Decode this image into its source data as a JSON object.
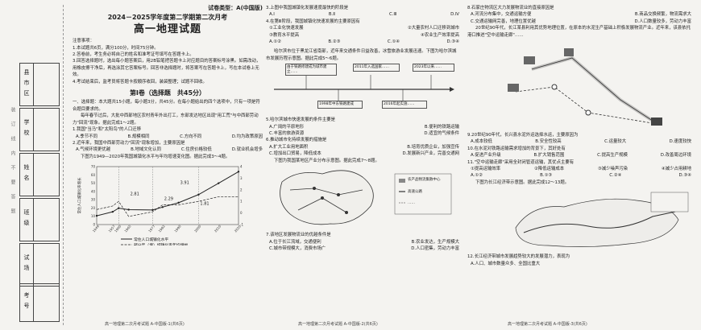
{
  "binding": {
    "fields": [
      "县市区",
      "学校",
      "姓名",
      "班级",
      "试场",
      "考号"
    ],
    "edge_text": "装订线内不要答题"
  },
  "col1": {
    "exam_type": "试卷类型：A(中国版)",
    "year": "2024－2025学年度第二学期第二次月考",
    "title": "高一地理试题",
    "notes": [
      "注意事项：",
      "1.本试题共6页，满分100分，时间75分钟。",
      "2.答卷前，考生务必将自己的姓名和准考证号填写在答题卡上。",
      "3.回答选择题时，选出每小题答案后，用2B铅笔把答题卡上对应题目的答案标号涂黑。如需改动，用橡皮擦干净后，再选涂其它答案标号。回答非选择题时，将答案写在答题卡上，写在本试卷上无效。",
      "4.考试结束后，监考员将答题卡按顺序收回，装袋整理；试题不回收。"
    ],
    "section": "第Ⅰ卷（选择题　共45分）",
    "intro": "一、选择题：本大题共15小题，每小题3分，共45分。在每小题给出的四个选项中，只有一项是符合题目要求的。",
    "passage1": "每年春节过后，大批中西部地区农村青年外出打工，东部发达地区出现\"用工荒\"与中西部劳动力\"回流\"现象。据此完成1～2题。",
    "q1": "1.我国\"当马\"和\"太阳鸟\"的人口迁移",
    "q1_opts": [
      "A.季节不同",
      "B.规模相同",
      "C.方向不同",
      "D.均为政策原因"
    ],
    "q2": "2.近年来，我国中西部劳动力\"回流\"现象增加，主要原因是",
    "q2_opts": [
      "A.气候环境更优越",
      "B.地域文化认同",
      "C.住房价格较低",
      "D.就业机会增多"
    ],
    "passage2": "下图为1949—2020年我国城镇化水平与年均增速变化图。据此完成3～4题。",
    "chart_title": "常住人口城镇化率增长",
    "footer": "高一地理第二次月考试题 A-中国版-1(共6页)"
  },
  "col2": {
    "q3": "3.上图中我国城镇化发展速度最快的阶段是",
    "q3_opts": [
      "A.Ⅰ",
      "B.Ⅱ",
      "C.Ⅲ",
      "D.Ⅳ"
    ],
    "q4": "4.在第Ⅲ阶段，我国城镇化快速发展的主要原因有",
    "q4_opts": [
      "①工业化快速发展",
      "②大量农村人口迁移到城市",
      "③教育水平提高",
      "④农业生产效率提高"
    ],
    "q4_ans": [
      "A.①②",
      "B.②③",
      "C.①④",
      "D.③④"
    ],
    "passage3": "哈尔滨市位于黑龙江省南部，近年来交通条件日益改善，冰雪旅游业发展迅速。下图为哈尔滨城市发展历程示意图。据此完成5～6题。",
    "timeline": [
      "由于铁路修建成为城市建立……",
      "1998年中东铁路建成",
      "2011年入选国家……",
      "2016年起实施……",
      "2023年以来……"
    ],
    "q5": "5.哈尔滨城市快速发展的条件主要是",
    "q5_opts": [
      "A.广阔的平原地形",
      "B.便利的铁路运输",
      "C.丰富的旅游资源",
      "D.适宜的气候条件"
    ],
    "q6": "6.推动城市化持续发展的措施是",
    "q6_opts": [
      "A.扩大工业用地面积",
      "B.培育优质企业，加强宣传",
      "C.增加出口贸易，降低成本",
      "D.发展新兴产业，完善交通网"
    ],
    "passage4": "下图为我国某地区产业分布示意图。据此完成7～8题。",
    "legend": [
      "农产品物流集散中心",
      "高速公路",
      "……"
    ],
    "q7": "7.该地区发展物流业的优越条件是",
    "q7_opts": [
      "A.位于长江流域，交通便利",
      "B.农业发达，生产规模大",
      "C.城市带规模大，消费市场广",
      "D.人口密集，劳动力丰富"
    ],
    "q8": "8.……",
    "footer": "高一地理第二次月考试题 A-中国版-2(共6页)"
  },
  "col3": {
    "q8b": "8.石家庄物流区大力发展物流业的直接原因是",
    "q8b_opts": [
      "A.河流分布集中，交通运输方便",
      "B.商品交换频繁，物流需求大",
      "C.交通运输网完善，地理位置优越",
      "D.人口数量较多，劳动力丰富"
    ],
    "passage5": "20世纪90年代，长江某县利用其优势地理位置，在原本的水泥生产基础上积极发展物流产业。近年来，该县依托港口推进\"空中运输走廊\"……",
    "q9": "9.20世纪90年代，长兴县水泥外运选择水运，主要原因为",
    "q9_opts": [
      "A.成本较低",
      "B.安全性较高",
      "C.运量较大",
      "D.速度较快"
    ],
    "q10": "10.在水泥对铁路运输需求增加的背景下，其好处有",
    "q10_opts": [
      "A.促进产业升级",
      "B.扩大销售范围",
      "C.提高生产规模",
      "D.改善周边环境"
    ],
    "q11": "11.\"空中运输走廊\"采用全封闭管道运输，其优点主要有",
    "q11_opts": [
      "①提高运输效率",
      "②降低运输成本",
      "③减少噪声污染",
      "④减少占用耕地"
    ],
    "q11_ans": [
      "A.①②",
      "B.①③",
      "C.②④",
      "D.③④"
    ],
    "passage6": "下图为长江经济带示意图。据此完成12～13题。",
    "q12": "12.长江经济带城市发展趋势较大的发展潜力，表现为",
    "q12_opts": [
      "A.人口、城市数量众多、全国比重大"
    ],
    "footer": "高一地理第二次月考试题 A-中国版-3(共6页)"
  },
  "chart_data": {
    "type": "line",
    "title": "",
    "x": [
      1949,
      1957,
      1960,
      1965,
      1977,
      1982,
      1990,
      2000,
      2010,
      2020
    ],
    "series": [
      {
        "name": "常住人口城镇化水平",
        "values": [
          10.6,
          15.4,
          19.8,
          18.0,
          17.6,
          21.1,
          26.4,
          36.2,
          49.9,
          63.9
        ]
      },
      {
        "name": "部分年（增）城镇化率年均增幅",
        "values": [
          0.3,
          0.6,
          1.0,
          -0.3,
          0.1,
          0.7,
          0.7,
          1.0,
          1.4,
          1.4
        ]
      }
    ],
    "annotations": [
      "2.81",
      "3.91",
      "1.81",
      "2.29"
    ],
    "xlabel": "",
    "ylabel": "常住人口城镇化率增长"
  }
}
